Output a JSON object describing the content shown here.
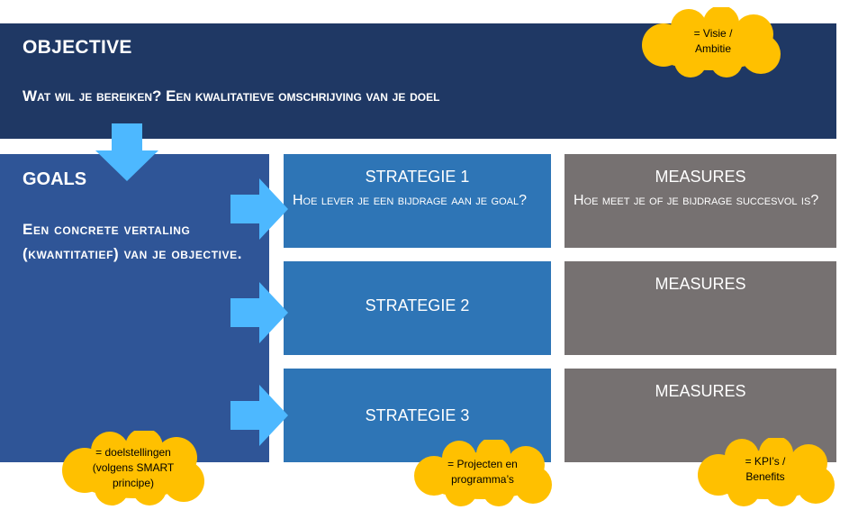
{
  "objective": {
    "title": "OBJECTIVE",
    "text": "Wat wil je bereiken? Een kwalitatieve omschrijving van je doel",
    "note_line1": "= Visie /",
    "note_line2": "Ambitie"
  },
  "goals": {
    "title": "GOALS",
    "text": "Een  concrete vertaling (kwantitatief) van je objective.",
    "note_line1": "= doelstellingen",
    "note_line2": "(volgens SMART",
    "note_line3": "principe)"
  },
  "strategies": [
    {
      "title": "STRATEGIE 1",
      "text": "Hoe lever je een bijdrage aan je goal?"
    },
    {
      "title": "STRATEGIE 2"
    },
    {
      "title": "STRATEGIE 3"
    }
  ],
  "strategies_note": {
    "line1": "= Projecten en",
    "line2": "programma’s"
  },
  "measures": [
    {
      "title": "MEASURES",
      "text": "Hoe meet je of je bijdrage succesvol is?"
    },
    {
      "title": "MEASURES"
    },
    {
      "title": "MEASURES"
    }
  ],
  "measures_note": {
    "line1": "= KPI’s /",
    "line2": "Benefits"
  },
  "colors": {
    "objective": "#1f3864",
    "goals": "#2f5597",
    "strategy": "#2e75b6",
    "measures": "#767171",
    "arrow": "#4db8ff",
    "cloud": "#ffc000"
  }
}
